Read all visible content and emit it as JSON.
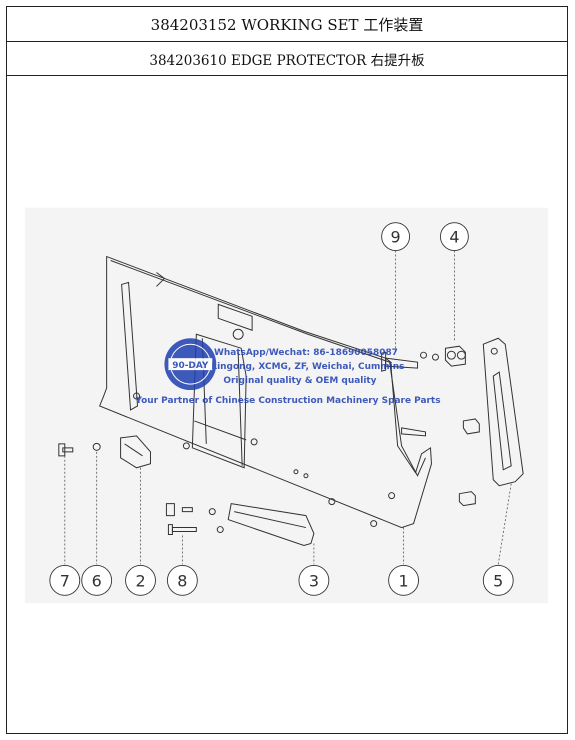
{
  "header": {
    "working_set": "384203152 WORKING SET 工作装置",
    "edge_protector": "384203610 EDGE PROTECTOR 右提升板"
  },
  "watermark": {
    "badge_text": "90-DAY",
    "line1": "WhatsApp/Wechat: 86-18690058087",
    "line2": "Lingong, XCMG, ZF, Weichai, Cummins",
    "line3": "Original quality & OEM quality",
    "line4": "Your Partner of Chinese Construction Machinery Spare Parts",
    "color": "#1e3fb0"
  },
  "callouts": [
    "9",
    "4",
    "7",
    "6",
    "2",
    "8",
    "3",
    "1",
    "5"
  ]
}
